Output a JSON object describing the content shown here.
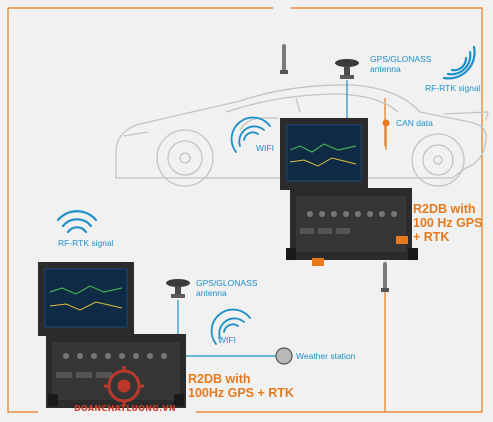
{
  "labels": {
    "gnss_top": [
      "GPS/GLONASS",
      "antenna"
    ],
    "rtk_top": "RF-RTK signal",
    "can_data": "CAN data",
    "wifi_top": "WIFI",
    "r2db_top": [
      "R2DB with",
      "100 Hz GPS",
      "+ RTK"
    ],
    "rtk_left": "RF-RTK signal",
    "gnss_bottom": [
      "GPS/GLONASS",
      "antenna"
    ],
    "wifi_bottom": "WIFI",
    "weather_station": "Weather station",
    "r2db_bottom": [
      "R2DB with",
      "100Hz GPS + RTK"
    ]
  },
  "watermark": "DOANCHATLUONG.VN",
  "colors": {
    "accent_blue": "#1e8fc8",
    "accent_orange": "#e67a1c",
    "car_sketch": "#c4c4c4",
    "device_dark": "#2b2b2b",
    "background": "#f1f1f1"
  },
  "icons": [
    "wifi-signal-icon",
    "gnss-antenna-icon",
    "rod-antenna-icon",
    "weather-station-icon",
    "watermark-logo-icon"
  ]
}
